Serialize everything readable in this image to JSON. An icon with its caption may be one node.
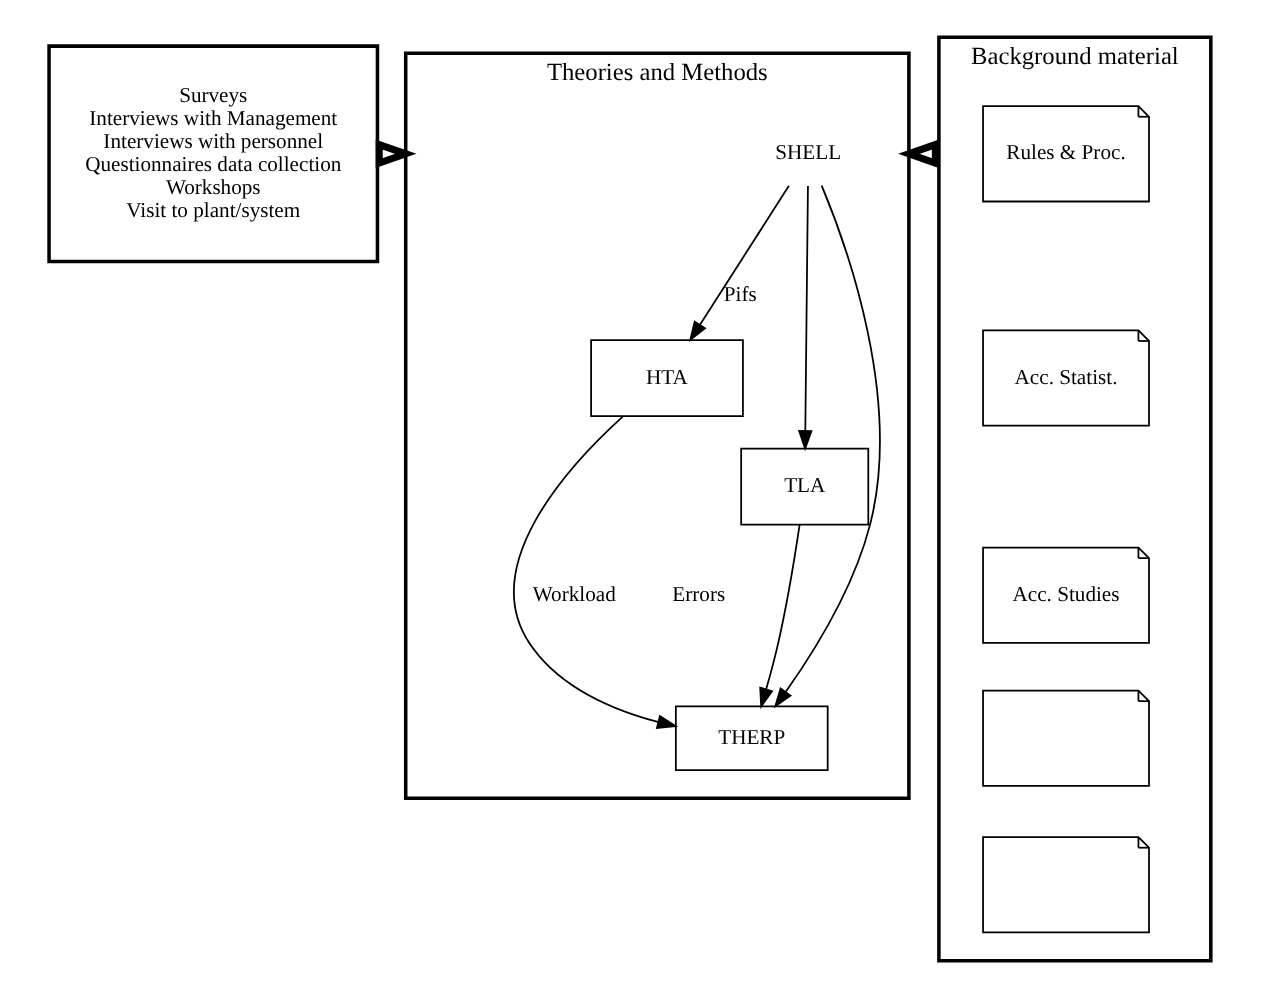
{
  "diagram": {
    "nodes": [
      {
        "text": [
          "Surveys",
          "Interviews with Management",
          "Interviews with personnel",
          "Questionnaires data collection",
          "Workshops",
          "Visit to plant/system"
        ]
      },
      {
        "text": [
          "Theories and Methods"
        ]
      },
      {
        "text": [
          "SHELL"
        ],
        "in": 1
      },
      {
        "text": [
          "HTA"
        ],
        "in": 1
      },
      {
        "text": [
          "TLA"
        ],
        "in": 1
      },
      {
        "text": [
          "THERP"
        ],
        "in": 1
      },
      {
        "text": [
          "Background material"
        ]
      },
      {
        "text": [
          "Rules & Proc."
        ],
        "in": 6
      },
      {
        "text": [
          "Acc. Statist."
        ],
        "in": 6
      },
      {
        "text": [
          "Acc. Studies"
        ],
        "in": 6
      },
      {
        "text": [],
        "shape": "document",
        "in": 6
      },
      {
        "text": [],
        "shape": "document",
        "in": 6
      }
    ],
    "edges": [
      {
        "from": 0,
        "to": 1,
        "arrow": "to",
        "style": "thick"
      },
      {
        "from": 6,
        "to": 1,
        "arrow": "to",
        "style": "thick"
      },
      {
        "from": 2,
        "to": 3,
        "arrow": "to",
        "label": "Pifs"
      },
      {
        "from": 2,
        "to": 4,
        "arrow": "to"
      },
      {
        "from": 2,
        "to": 5,
        "arrow": "to"
      },
      {
        "from": 3,
        "to": 5,
        "arrow": "to",
        "label": "Workload"
      },
      {
        "from": 4,
        "to": 5,
        "arrow": "to"
      }
    ],
    "labels": [
      "Errors"
    ]
  }
}
